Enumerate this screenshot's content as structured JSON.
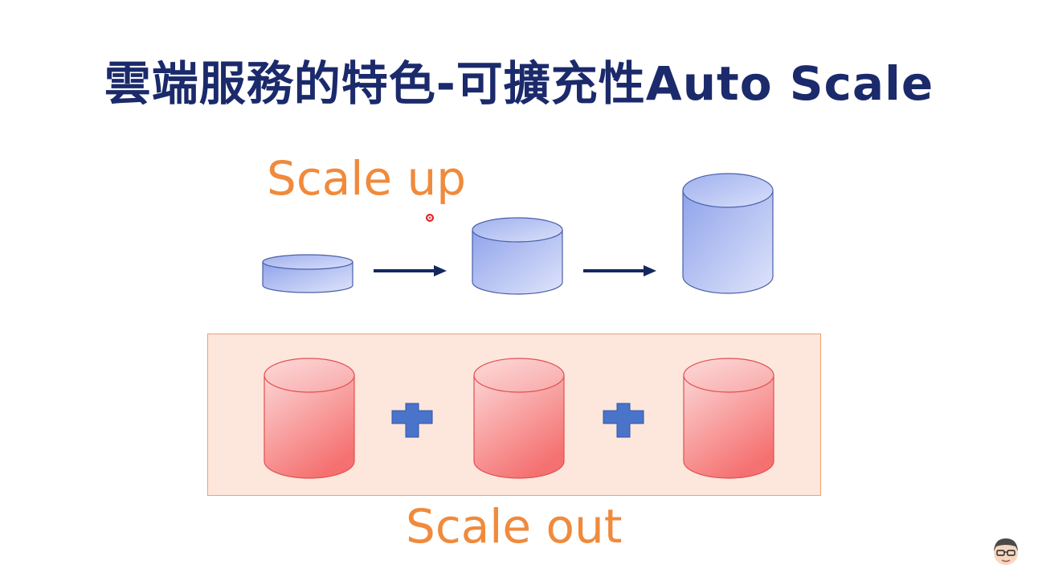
{
  "title": "雲端服務的特色-可擴充性Auto Scale",
  "scale_up": {
    "label": "Scale up",
    "cylinders": [
      "small-cylinder",
      "medium-cylinder",
      "large-cylinder"
    ],
    "arrows": [
      "arrow-right-icon",
      "arrow-right-icon"
    ]
  },
  "scale_out": {
    "label": "Scale out",
    "cylinders": [
      "cylinder",
      "cylinder",
      "cylinder"
    ],
    "plus_icons": [
      "plus-icon",
      "plus-icon"
    ]
  },
  "colors": {
    "title": "#1b2a6b",
    "label": "#f08a3c",
    "blue_cylinder": "#a9b8f0",
    "red_cylinder": "#f7a0a0",
    "plus": "#4a74c9",
    "arrow": "#14285f",
    "scale_out_background": "#fde6dc"
  }
}
